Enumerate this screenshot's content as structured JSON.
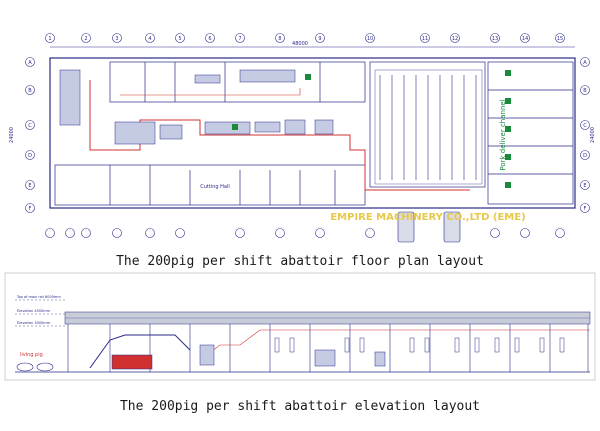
{
  "floor_plan": {
    "overall_dimension": "48000",
    "side_dimension": "24000",
    "col_labels": [
      "1",
      "2",
      "3",
      "4",
      "5",
      "6",
      "7",
      "8",
      "9",
      "10",
      "11",
      "12",
      "13",
      "14",
      "15"
    ],
    "row_labels": [
      "A",
      "B",
      "C",
      "D",
      "E",
      "F"
    ],
    "rooms": {
      "cutting_hall": "Cutting Hall",
      "pork_deliver_channel": "Pork deliver channel"
    },
    "watermark": "EMPIRE MACHINERY CO.,LTD (EME)",
    "caption": "The 200pig per shift abattoir floor plan layout"
  },
  "elevation": {
    "left_labels": [
      "Top of main rail 6000mm",
      "Elevation 4500mm",
      "Elevation 3000mm"
    ],
    "live_pig_label": "living pig",
    "caption": "The 200pig per shift abattoir elevation layout"
  },
  "colors": {
    "line": "#2a2a8a",
    "red_line": "#d03030",
    "green": "#1a8a3a",
    "caption": "#1a1a1a",
    "watermark": "#e8c84a"
  }
}
